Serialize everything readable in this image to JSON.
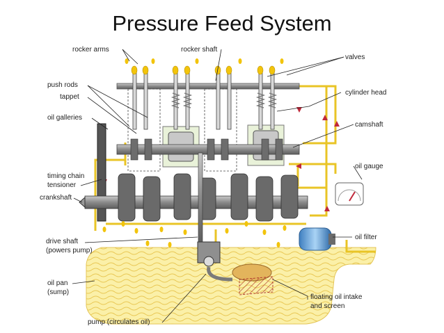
{
  "title": "Pressure Feed System",
  "colors": {
    "oil": "#f2c40c",
    "oil_line": "#e9c426",
    "oil_pan_fill": "#fbf0a8",
    "metal": "#9a9a9a",
    "metal_dark": "#5a5a5a",
    "flow_arrow": "#c0283a",
    "leader": "#222222",
    "filter": "#5c9fd6"
  },
  "labels": {
    "rocker_arms": "rocker arms",
    "rocker_shaft": "rocker shaft",
    "valves": "valves",
    "push_rods": "push rods",
    "tappet": "tappet",
    "cylinder_head": "cylinder head",
    "oil_galleries": "oil galleries",
    "camshaft": "camshaft",
    "oil_gauge": "oil gauge",
    "timing_chain_tensioner_1": "timing chain",
    "timing_chain_tensioner_2": "tensioner",
    "crankshaft": "crankshaft",
    "oil_filter": "oil filter",
    "drive_shaft_1": "drive shaft",
    "drive_shaft_2": "(powers pump)",
    "oil_pan_1": "oil pan",
    "oil_pan_2": "(sump)",
    "floating_intake_1": "floating oil intake",
    "floating_intake_2": "and screen",
    "pump": "pump (circulates oil)"
  }
}
